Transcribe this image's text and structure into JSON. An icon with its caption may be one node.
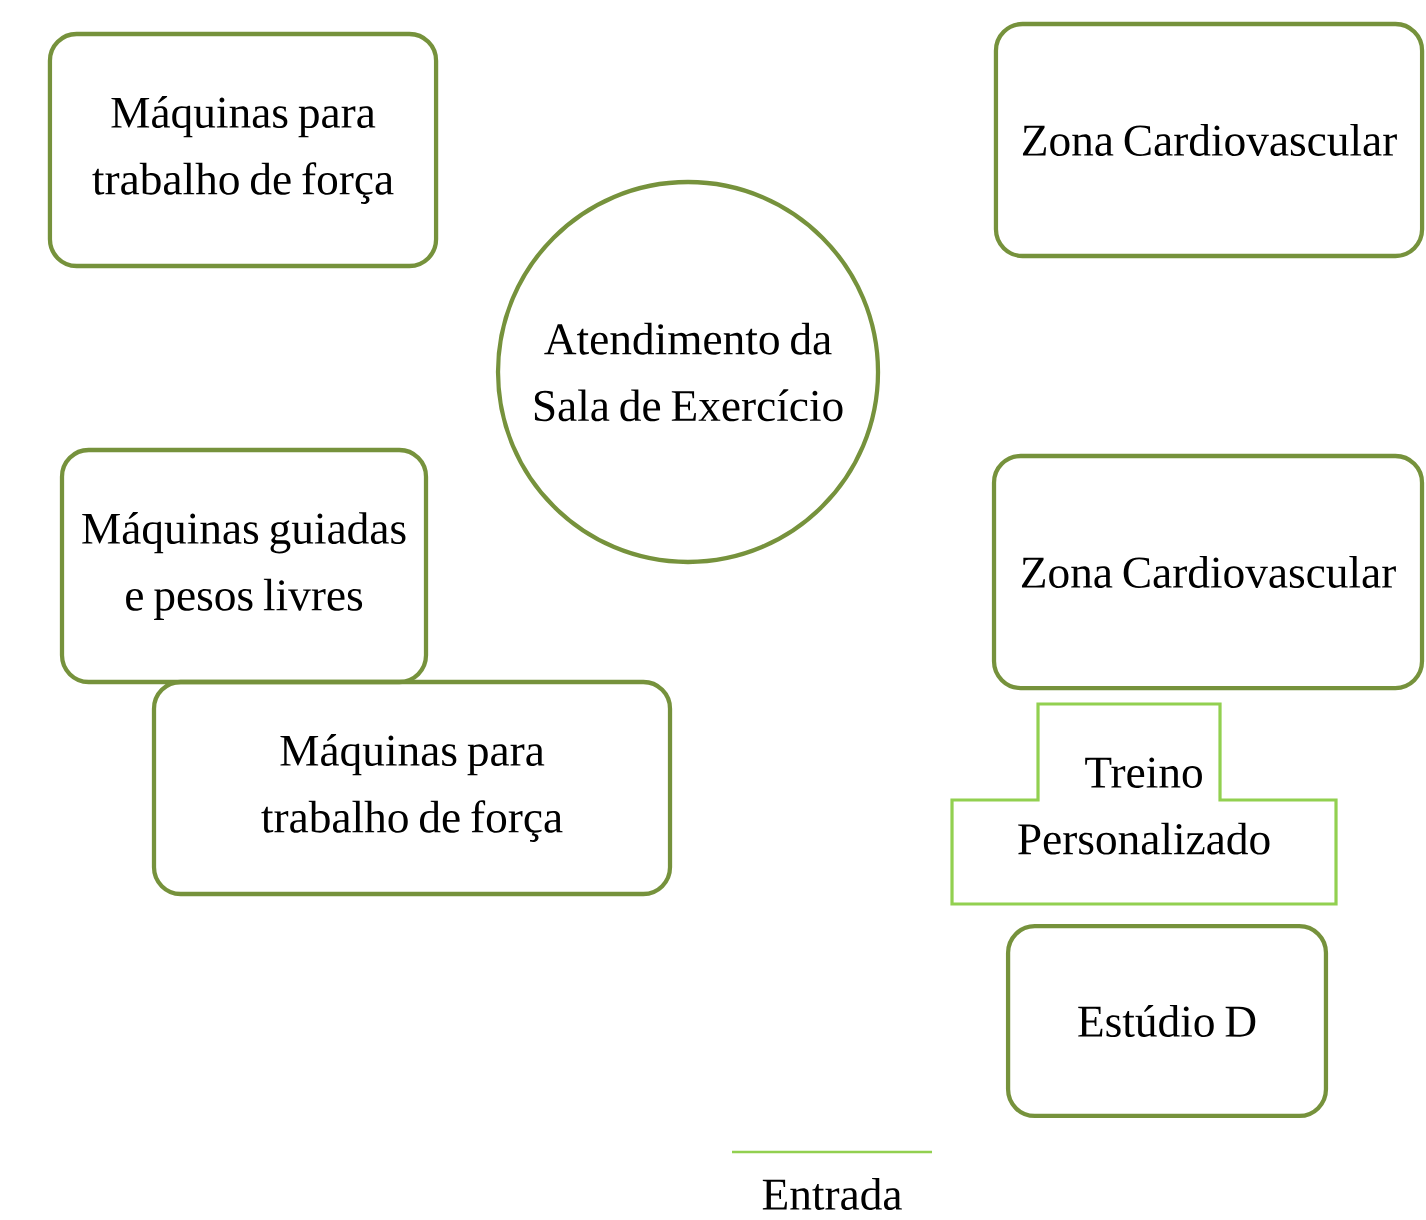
{
  "diagram": {
    "nodes": [
      {
        "text": [
          "Máquinas para trabalho de força"
        ]
      },
      {
        "text": [
          "Atendimento da Sala de Exercício"
        ]
      },
      {
        "text": [
          "Zona Cardiovascular"
        ]
      },
      {
        "text": [
          "Máquinas guiadas e pesos livres"
        ]
      },
      {
        "text": [
          "Máquinas para trabalho de força"
        ]
      },
      {
        "text": [
          "Zona Cardiovascular"
        ]
      },
      {
        "text": [
          "Treino Personalizado"
        ]
      },
      {
        "text": [
          "Estúdio D"
        ]
      }
    ],
    "labels": [
      "Entrada"
    ]
  }
}
